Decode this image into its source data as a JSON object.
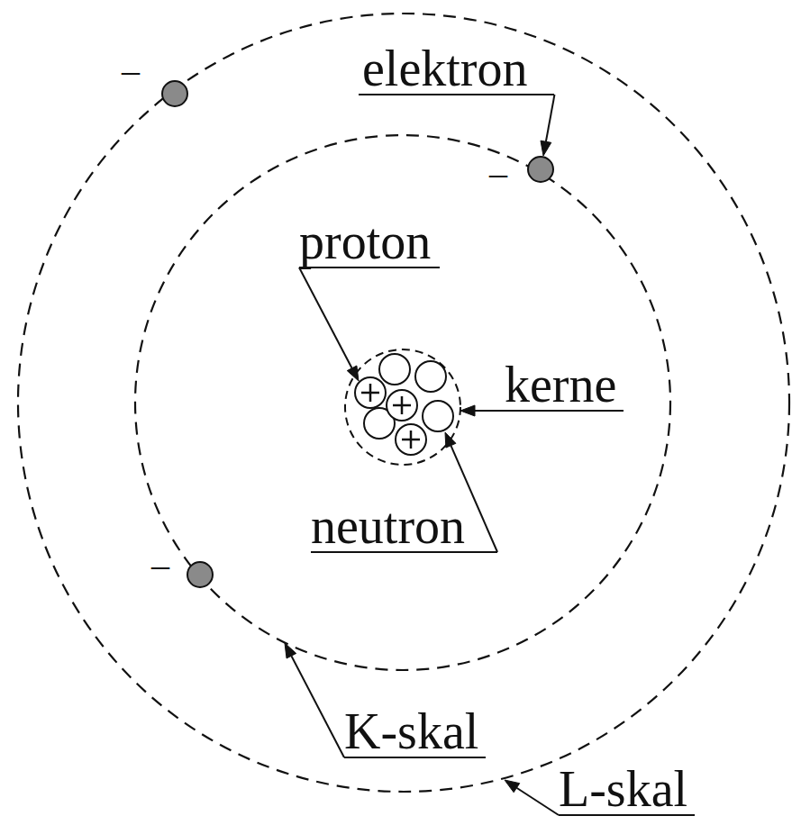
{
  "diagram": {
    "labels": [
      "–",
      "elektron",
      "–",
      "proton",
      "kerne",
      "neutron",
      "–",
      "K-skal",
      "L-skal"
    ]
  }
}
